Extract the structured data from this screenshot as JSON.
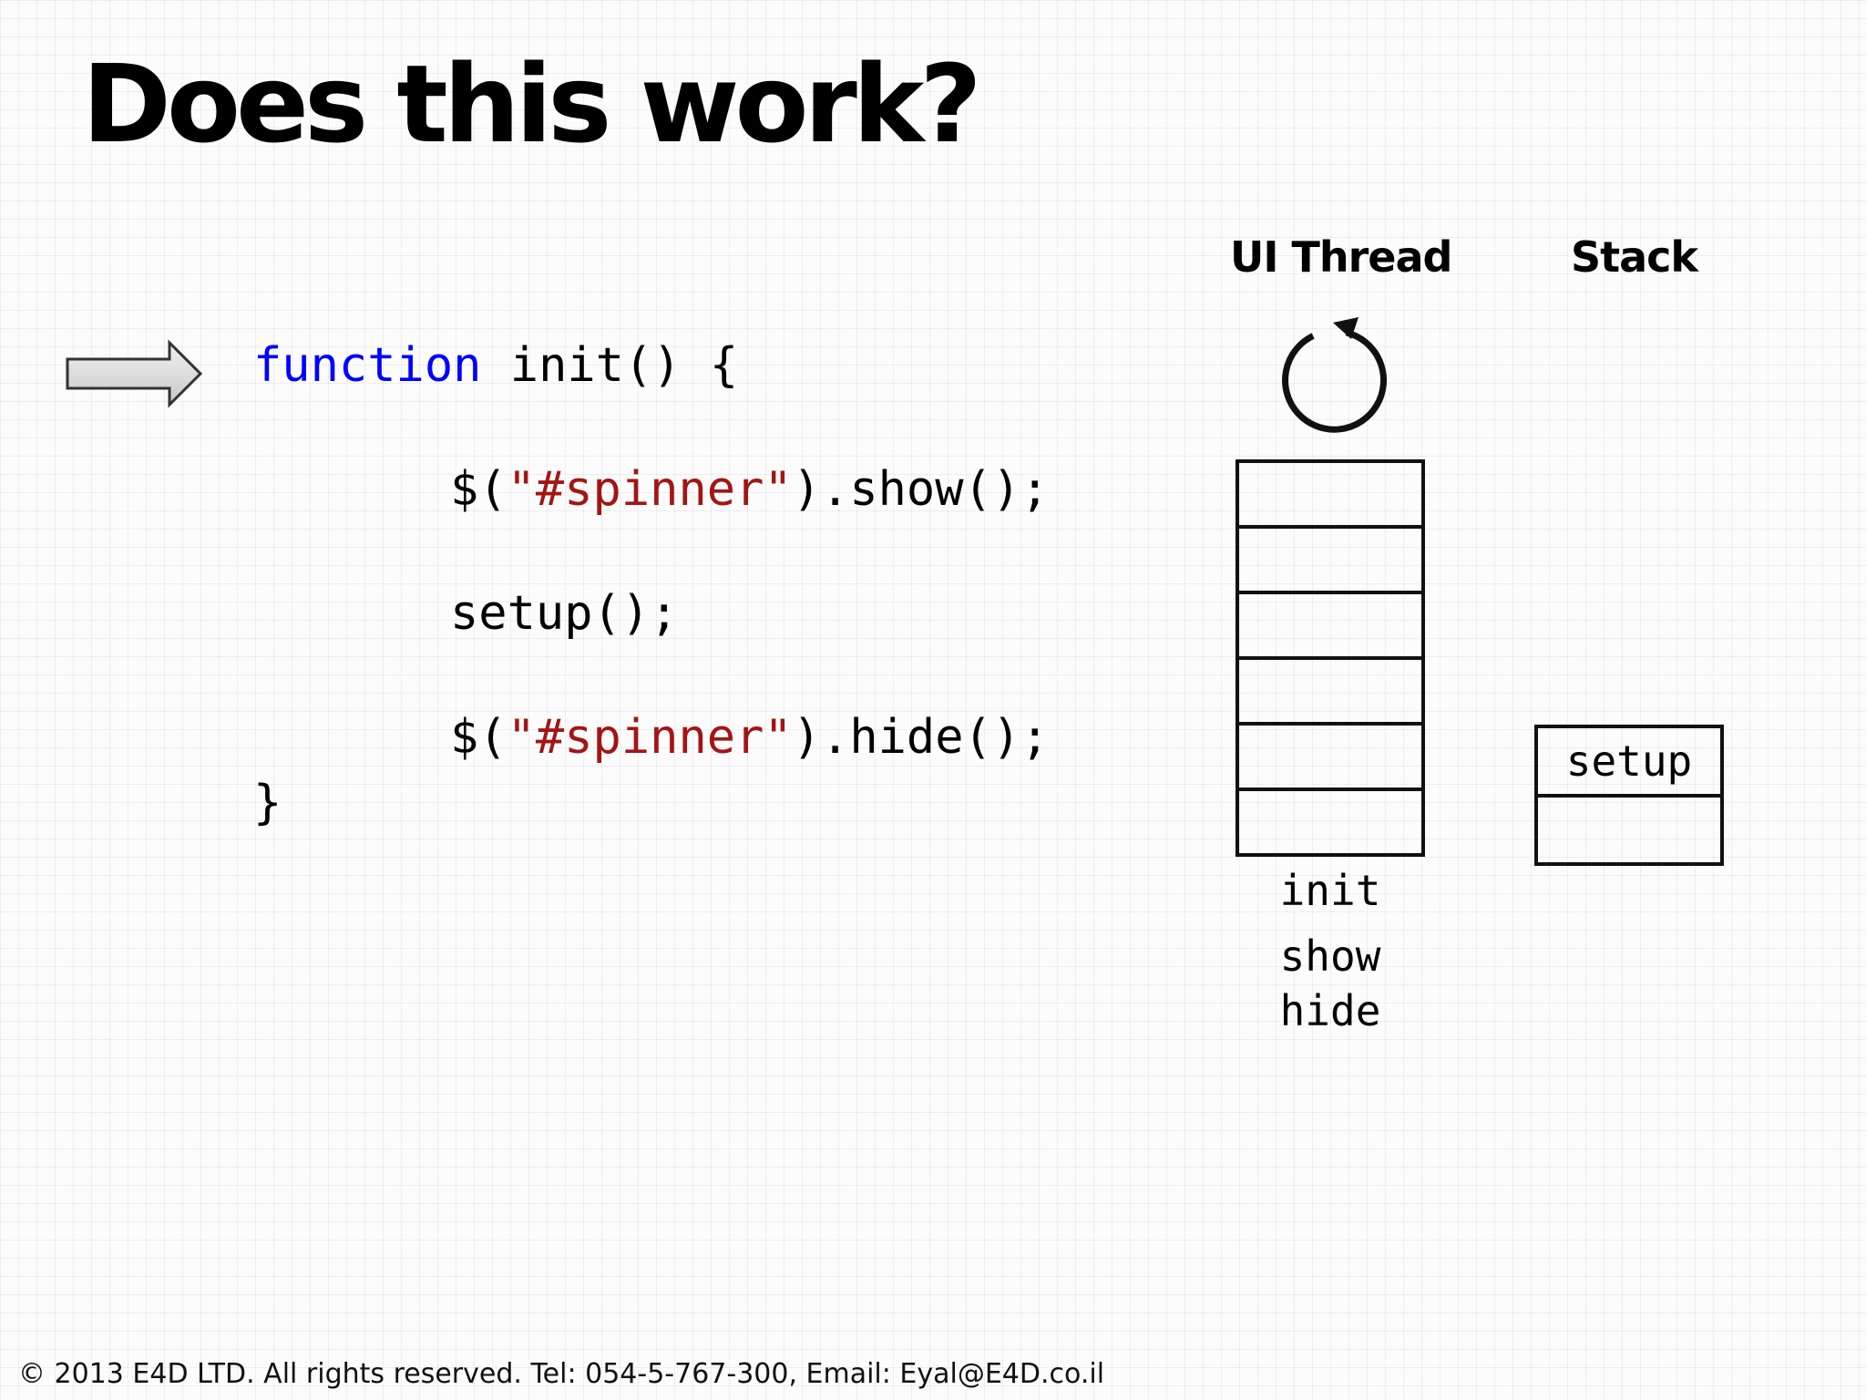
{
  "slide": {
    "title": "Does this work?"
  },
  "code": {
    "line1": {
      "keyword": "function",
      "rest": " init() {"
    },
    "line2": {
      "prefix": "$(",
      "string": "\"#spinner\"",
      "suffix": ").show();"
    },
    "line3": {
      "text": "setup();"
    },
    "line4": {
      "prefix": "$(",
      "string": "\"#spinner\"",
      "suffix": ").hide();"
    },
    "line5": {
      "text": "}"
    }
  },
  "ui_thread": {
    "heading": "UI Thread",
    "pending": [
      "init",
      "show",
      "hide"
    ]
  },
  "stack": {
    "heading": "Stack",
    "items": [
      "setup",
      ""
    ]
  },
  "footer": {
    "text": "© 2013 E4D LTD. All rights reserved. Tel: 054-5-767-300, Email: Eyal@E4D.co.il"
  },
  "colors": {
    "keyword": "#0000ff",
    "string": "#a31515",
    "arrow_fill": "#e0e0e0",
    "outline": "#111111"
  },
  "icons": {
    "pointer": "right-arrow-icon",
    "event_loop": "circular-arrow-icon"
  }
}
